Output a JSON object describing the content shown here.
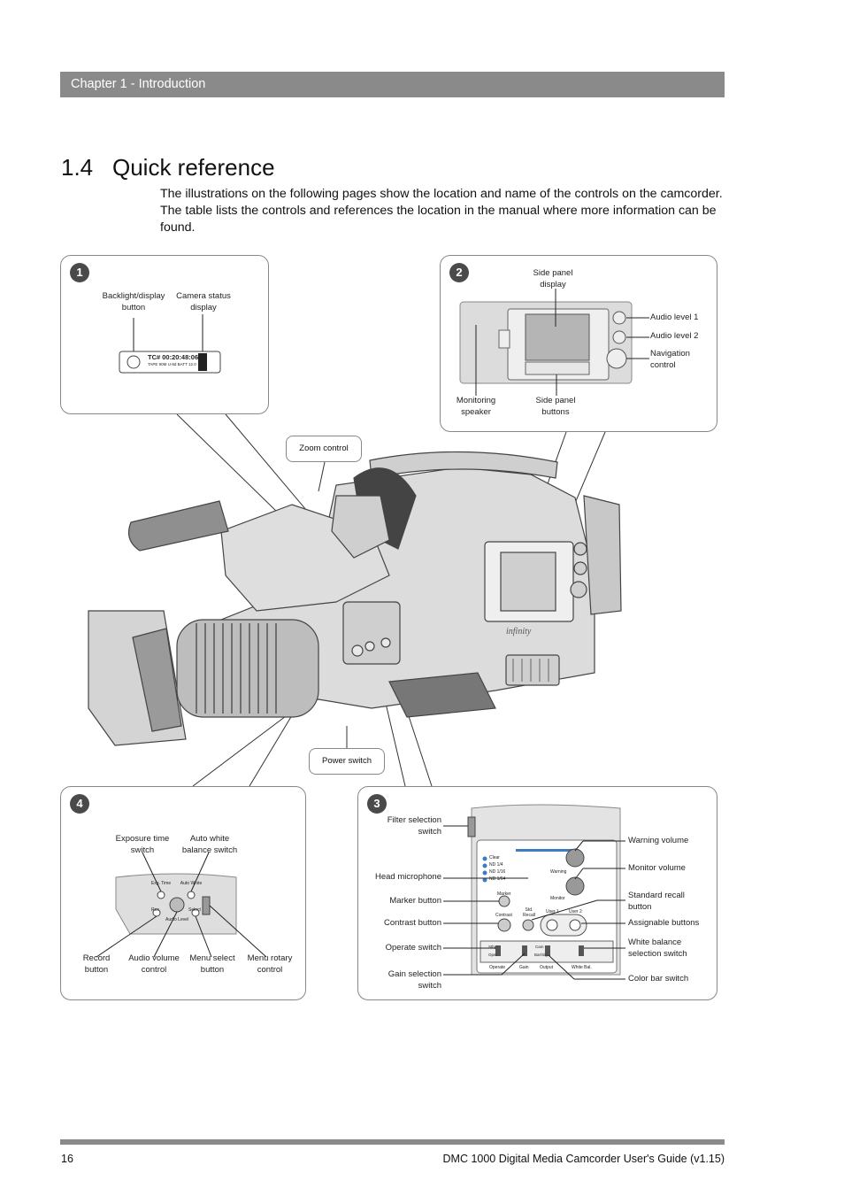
{
  "header": {
    "chapter": "Chapter 1  - Introduction"
  },
  "section": {
    "number": "1.4",
    "title": "Quick reference"
  },
  "intro": "The illustrations on the following pages show the location and name of the controls on the camcorder. The table lists the controls and references the location in the manual where more information can be found.",
  "panel1": {
    "badge": "1",
    "labels": {
      "backlight": "Backlight/display button",
      "status": "Camera status display"
    },
    "display_text": {
      "line1": "TC# 00:20:48:06",
      "line2": "TAPE 90M  U-8d  BATT 12.0"
    }
  },
  "panel2": {
    "badge": "2",
    "labels": {
      "side_display": "Side panel display",
      "audio1": "Audio level 1",
      "audio2": "Audio level 2",
      "nav": "Navigation control",
      "speaker": "Monitoring speaker",
      "side_buttons": "Side panel buttons"
    }
  },
  "callouts": {
    "zoom": "Zoom control",
    "power": "Power switch"
  },
  "camera": {
    "brand": "infinity"
  },
  "panel3": {
    "badge": "3",
    "labels": {
      "filter": "Filter selection switch",
      "head_mic": "Head microphone",
      "marker": "Marker button",
      "contrast": "Contrast button",
      "operate": "Operate switch",
      "gain": "Gain selection switch",
      "warning": "Warning volume",
      "monitor": "Monitor volume",
      "std_recall": "Standard recall button",
      "assignable": "Assignable buttons",
      "white_bal": "White balance selection switch",
      "color_bar": "Color bar switch"
    },
    "device": {
      "filters": [
        "Clear",
        "ND 1/4",
        "ND 1/16",
        "ND 1/64"
      ],
      "warning": "Warning",
      "monitor": "Monitor",
      "marker": "Marker",
      "contrast": "Contrast",
      "std": "Std. Recall",
      "user1": "User 1",
      "user2": "User 2",
      "stby": "Stby",
      "oper": "Oper",
      "cam": "Cam",
      "barsig": "Bar/Sig",
      "bottom": [
        "Operate",
        "Gain",
        "Output",
        "White Bal."
      ]
    }
  },
  "panel4": {
    "badge": "4",
    "labels": {
      "exposure": "Exposure time switch",
      "auto_white": "Auto white balance switch",
      "record": "Record button",
      "audio_vol": "Audio volume control",
      "menu_select": "Menu select button",
      "menu_rotary": "Menu rotary control"
    },
    "device": {
      "exp": "Exp. Time",
      "auto": "Auto White",
      "rec": "Rec",
      "select": "Select",
      "audio": "Audio Level"
    }
  },
  "footer": {
    "page": "16",
    "title": "DMC 1000 Digital Media Camcorder User's Guide (v1.15)"
  }
}
